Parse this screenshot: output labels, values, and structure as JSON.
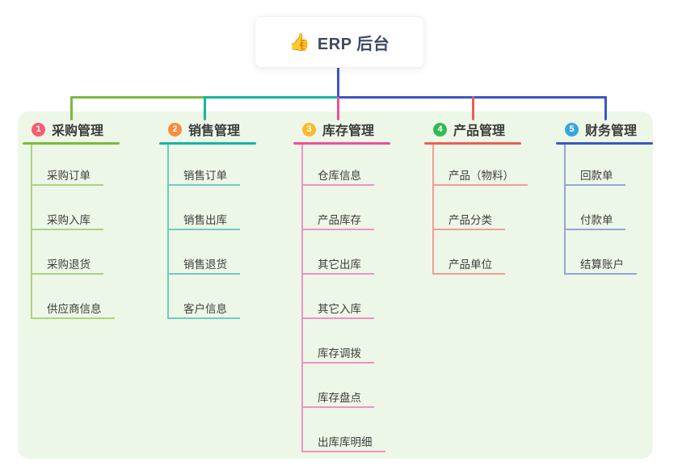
{
  "root": {
    "icon": "thumbs-up-icon",
    "icon_char": "👍",
    "label": "ERP 后台"
  },
  "colors": {
    "panel_bg": "#edf7e7",
    "root_connector": "#3d56c5",
    "header_text": "#3b3b3b",
    "subtopic_text": "#3d3d3d"
  },
  "branches": [
    {
      "num": "1",
      "label": "采购管理",
      "badge_color": "#f65d70",
      "line_color": "#7cb93e",
      "sub_line_color": "#abd37e",
      "items": [
        "采购订单",
        "采购入库",
        "采购退货",
        "供应商信息"
      ]
    },
    {
      "num": "2",
      "label": "销售管理",
      "badge_color": "#fb8b3c",
      "line_color": "#13b5a4",
      "sub_line_color": "#6fccc0",
      "items": [
        "销售订单",
        "销售出库",
        "销售退货",
        "客户信息"
      ]
    },
    {
      "num": "3",
      "label": "库存管理",
      "badge_color": "#fbb92e",
      "line_color": "#ee4e9c",
      "sub_line_color": "#f490c3",
      "items": [
        "仓库信息",
        "产品库存",
        "其它出库",
        "其它入库",
        "库存调拨",
        "库存盘点",
        "出库库明细"
      ]
    },
    {
      "num": "4",
      "label": "产品管理",
      "badge_color": "#35b954",
      "line_color": "#f25a55",
      "sub_line_color": "#f79b98",
      "items": [
        "产品（物料）",
        "产品分类",
        "产品单位"
      ]
    },
    {
      "num": "5",
      "label": "财务管理",
      "badge_color": "#38a5e0",
      "line_color": "#3d56c5",
      "sub_line_color": "#93a4de",
      "items": [
        "回款单",
        "付款单",
        "结算账户"
      ]
    }
  ]
}
